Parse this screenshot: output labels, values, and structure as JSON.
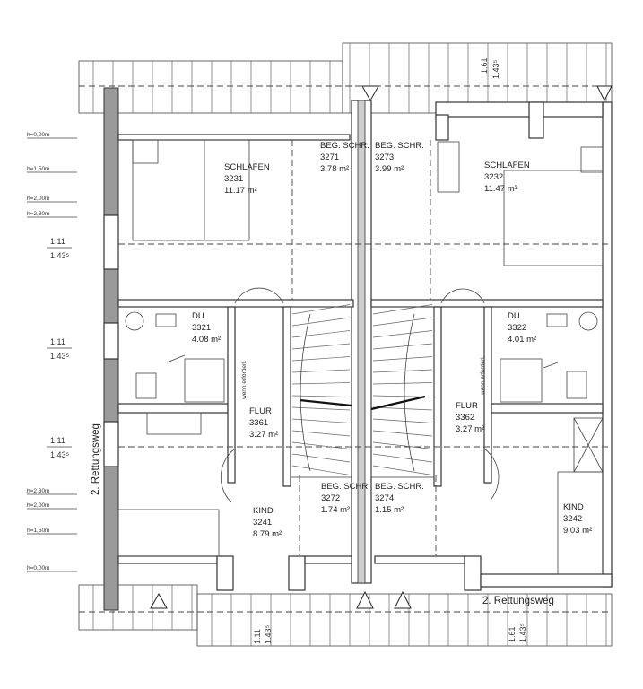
{
  "rooms": [
    {
      "name": "SCHLAFEN",
      "number": "3231",
      "area": "11.17 m²"
    },
    {
      "name": "BEG. SCHR.",
      "number": "3271",
      "area": "3.78 m²"
    },
    {
      "name": "BEG. SCHR.",
      "number": "3273",
      "area": "3.99 m²"
    },
    {
      "name": "SCHLAFEN",
      "number": "3232",
      "area": "11.47 m²"
    },
    {
      "name": "DU",
      "number": "3321",
      "area": "4.08 m²"
    },
    {
      "name": "DU",
      "number": "3322",
      "area": "4.01 m²"
    },
    {
      "name": "FLUR",
      "number": "3361",
      "area": "3.27 m²"
    },
    {
      "name": "FLUR",
      "number": "3362",
      "area": "3.27 m²"
    },
    {
      "name": "KIND",
      "number": "3241",
      "area": "8.79 m²"
    },
    {
      "name": "BEG. SCHR.",
      "number": "3272",
      "area": "1.74 m²"
    },
    {
      "name": "BEG. SCHR.",
      "number": "3274",
      "area": "1.15 m²"
    },
    {
      "name": "KIND",
      "number": "3242",
      "area": "9.03 m²"
    }
  ],
  "height_levels_top": [
    "h=0,00m",
    "h=1,50m",
    "h=2,00m",
    "h=2,30m"
  ],
  "height_levels_bottom": [
    "h=2,30m",
    "h=2,00m",
    "h=1,50m",
    "h=0,00m"
  ],
  "dimensions": {
    "left_1": [
      "1.11",
      "1.43⁵"
    ],
    "left_2": [
      "1.11",
      "1.43⁵"
    ],
    "left_3": [
      "1.11",
      "1.43⁵"
    ],
    "top_roof": [
      "1.61",
      "1.43⁵"
    ],
    "bottom_roof_left": [
      "1.11",
      "1.43⁵"
    ],
    "bottom_roof_right": [
      "1.61",
      "1.43⁵"
    ]
  },
  "escape_route_left": "2. Rettungsweg",
  "escape_route_right": "2. Rettungsweg",
  "stair_note_left": "wenn erforderl.",
  "stair_note_right": "wenn erforderl."
}
